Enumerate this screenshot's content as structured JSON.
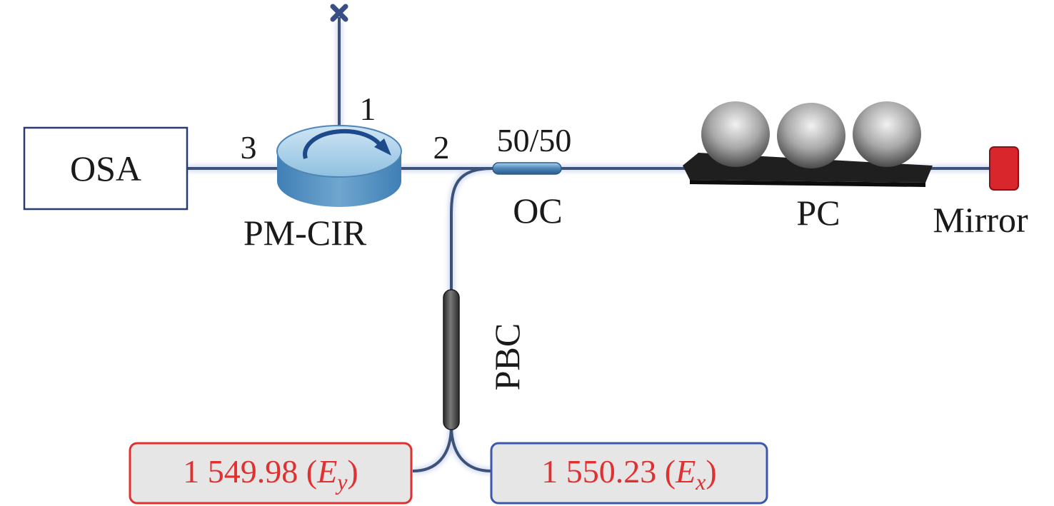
{
  "colors": {
    "fiber": "#3d5278",
    "fiber_glow": "#b9c6ea",
    "box_stroke": "#283b6e",
    "circulator": "#6fa6cf",
    "circulator_arrow": "#1e4a8c",
    "mirror": "#d9262c",
    "pbc_body": "#3a3a3a",
    "wavelength_text": "#e03030",
    "wl_y_border": "#e03030",
    "wl_x_border": "#3a58b0",
    "wl_fill": "#e6e6e6",
    "terminator": "#3a4e86"
  },
  "icons": {
    "terminator": "x-terminator-icon",
    "circulator": "circulator-icon",
    "coupler": "coupler-icon",
    "controller": "polarization-controller-icon",
    "mirror": "mirror-icon",
    "combiner": "beam-combiner-icon"
  },
  "labels": {
    "osa": "OSA",
    "circulator": "PM-CIR",
    "port1": "1",
    "port2": "2",
    "port3": "3",
    "split_ratio": "50/50",
    "coupler": "OC",
    "controller": "PC",
    "mirror": "Mirror",
    "combiner": "PBC"
  },
  "wavelengths": {
    "y": {
      "value": "1 549.98 (",
      "field": "E",
      "sub": "y",
      "close": ")"
    },
    "x": {
      "value": "1 550.23 (",
      "field": "E",
      "sub": "x",
      "close": ")"
    }
  }
}
